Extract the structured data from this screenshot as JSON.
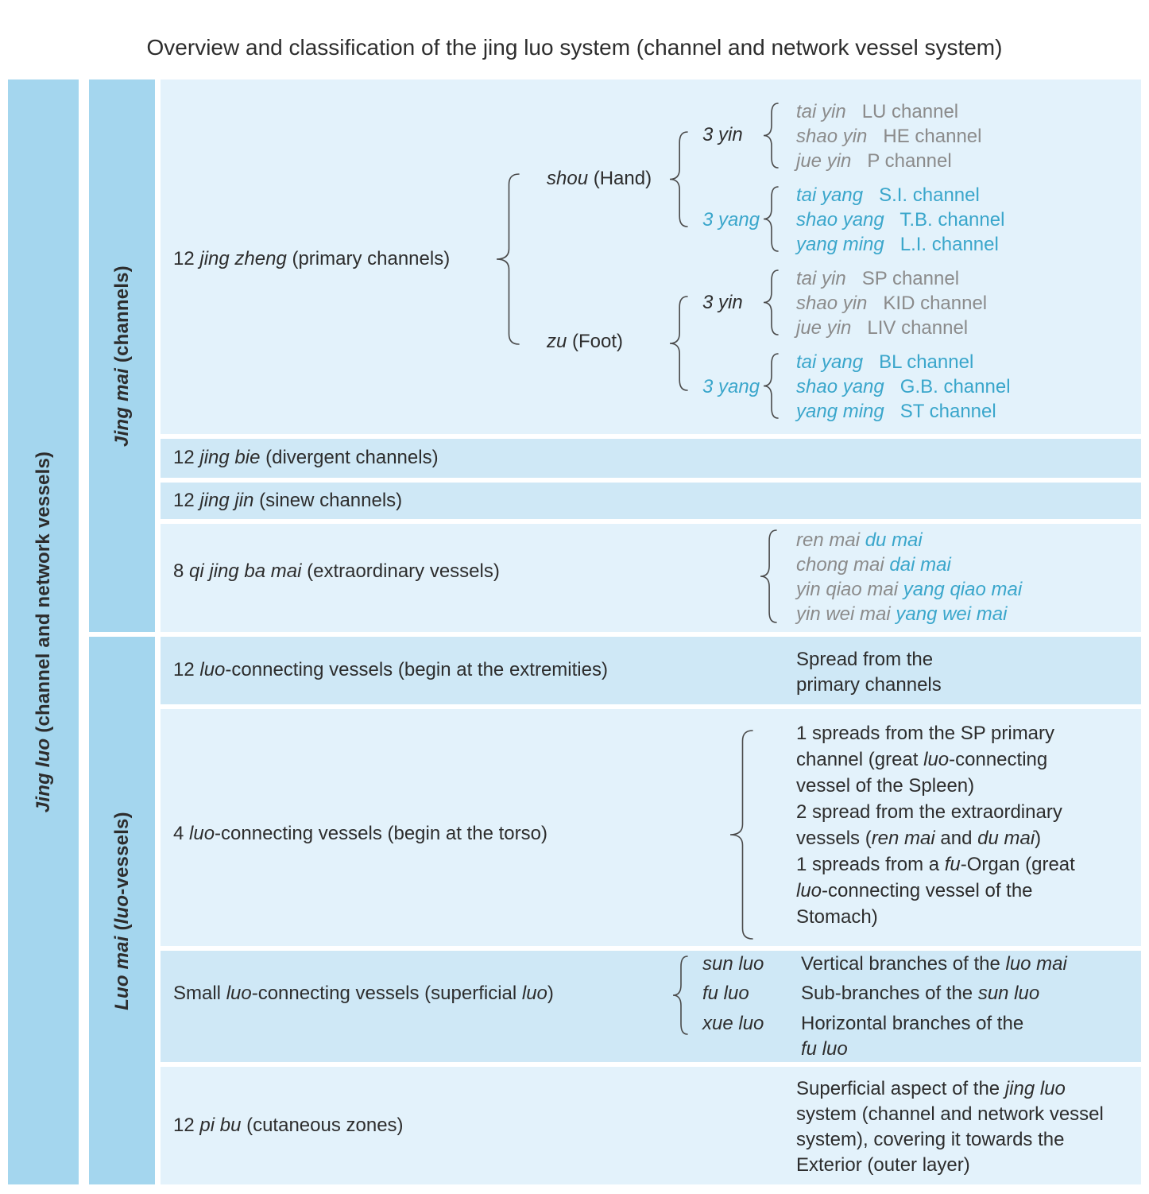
{
  "title": "Overview and classification of the jing luo system (channel and network vessel system)",
  "colors": {
    "bar": "#a4d6ee",
    "row_light": "#e3f2fb",
    "row_medium": "#cfe8f6",
    "text": "#2d2d2d",
    "gray": "#8b8b8b",
    "blue": "#3aa6cb",
    "brace": "#4a4a4a"
  },
  "sidebar": {
    "outer": [
      {
        "t": "Jing luo",
        "i": true
      },
      {
        "t": " (channel and network vessels)"
      }
    ],
    "jingmai": [
      {
        "t": "Jing mai",
        "i": true
      },
      {
        "t": " (channels)"
      }
    ],
    "luomai": [
      {
        "t": "Luo mai",
        "i": true
      },
      {
        "t": " ("
      },
      {
        "t": "luo",
        "i": true
      },
      {
        "t": "-vessels)"
      }
    ]
  },
  "rows": {
    "jingzheng": {
      "label": [
        {
          "t": "12 "
        },
        {
          "t": "jing zheng",
          "i": true
        },
        {
          "t": " (primary channels)"
        }
      ],
      "shou": [
        {
          "t": "shou",
          "i": true
        },
        {
          "t": " (Hand)"
        }
      ],
      "zu": [
        {
          "t": "zu",
          "i": true
        },
        {
          "t": " (Foot)"
        }
      ],
      "hand": {
        "yin_label": [
          {
            "t": "3 yin",
            "i": true
          }
        ],
        "yang_label": [
          {
            "t": "3 yang",
            "i": true,
            "c": "blue"
          }
        ],
        "yin_items": [
          [
            {
              "t": "tai yin",
              "i": true,
              "c": "gray"
            },
            {
              "t": "   LU channel",
              "c": "gray"
            }
          ],
          [
            {
              "t": "shao yin",
              "i": true,
              "c": "gray"
            },
            {
              "t": "   HE channel",
              "c": "gray"
            }
          ],
          [
            {
              "t": "jue yin",
              "i": true,
              "c": "gray"
            },
            {
              "t": "   P channel",
              "c": "gray"
            }
          ]
        ],
        "yang_items": [
          [
            {
              "t": "tai yang",
              "i": true,
              "c": "blue"
            },
            {
              "t": "   S.I. channel",
              "c": "blue"
            }
          ],
          [
            {
              "t": "shao yang",
              "i": true,
              "c": "blue"
            },
            {
              "t": "   T.B. channel",
              "c": "blue"
            }
          ],
          [
            {
              "t": "yang ming",
              "i": true,
              "c": "blue"
            },
            {
              "t": "   L.I. channel",
              "c": "blue"
            }
          ]
        ]
      },
      "foot": {
        "yin_label": [
          {
            "t": "3 yin",
            "i": true
          }
        ],
        "yang_label": [
          {
            "t": "3 yang",
            "i": true,
            "c": "blue"
          }
        ],
        "yin_items": [
          [
            {
              "t": "tai yin",
              "i": true,
              "c": "gray"
            },
            {
              "t": "   SP channel",
              "c": "gray"
            }
          ],
          [
            {
              "t": "shao yin",
              "i": true,
              "c": "gray"
            },
            {
              "t": "   KID channel",
              "c": "gray"
            }
          ],
          [
            {
              "t": "jue yin",
              "i": true,
              "c": "gray"
            },
            {
              "t": "   LIV channel",
              "c": "gray"
            }
          ]
        ],
        "yang_items": [
          [
            {
              "t": "tai yang",
              "i": true,
              "c": "blue"
            },
            {
              "t": "   BL channel",
              "c": "blue"
            }
          ],
          [
            {
              "t": "shao yang",
              "i": true,
              "c": "blue"
            },
            {
              "t": "   G.B. channel",
              "c": "blue"
            }
          ],
          [
            {
              "t": "yang ming",
              "i": true,
              "c": "blue"
            },
            {
              "t": "   ST channel",
              "c": "blue"
            }
          ]
        ]
      }
    },
    "jingbie": {
      "label": [
        {
          "t": "12 "
        },
        {
          "t": "jing bie",
          "i": true
        },
        {
          "t": " (divergent channels)"
        }
      ]
    },
    "jingjin": {
      "label": [
        {
          "t": "12 "
        },
        {
          "t": "jing jin",
          "i": true
        },
        {
          "t": " (sinew channels)"
        }
      ]
    },
    "qijing": {
      "label": [
        {
          "t": "8 "
        },
        {
          "t": "qi jing ba mai",
          "i": true
        },
        {
          "t": " (extraordinary vessels)"
        }
      ],
      "items": [
        [
          {
            "t": "ren mai",
            "i": true,
            "c": "gray"
          },
          {
            "t": " "
          },
          {
            "t": "du mai",
            "i": true,
            "c": "blue"
          }
        ],
        [
          {
            "t": "chong mai",
            "i": true,
            "c": "gray"
          },
          {
            "t": " "
          },
          {
            "t": "dai mai",
            "i": true,
            "c": "blue"
          }
        ],
        [
          {
            "t": "yin qiao mai",
            "i": true,
            "c": "gray"
          },
          {
            "t": " "
          },
          {
            "t": "yang qiao mai",
            "i": true,
            "c": "blue"
          }
        ],
        [
          {
            "t": "yin wei mai",
            "i": true,
            "c": "gray"
          },
          {
            "t": " "
          },
          {
            "t": "yang wei mai",
            "i": true,
            "c": "blue"
          }
        ]
      ]
    },
    "luo12": {
      "label": [
        {
          "t": "12 "
        },
        {
          "t": "luo",
          "i": true
        },
        {
          "t": "-connecting vessels (begin at the extremities)"
        }
      ],
      "note": [
        {
          "t": "Spread from the primary channels"
        }
      ]
    },
    "luo4": {
      "label": [
        {
          "t": "4 "
        },
        {
          "t": "luo",
          "i": true
        },
        {
          "t": "-connecting vessels (begin at the torso)"
        }
      ],
      "paragraphs": [
        [
          {
            "t": "1 spreads from the SP primary channel (great "
          },
          {
            "t": "luo",
            "i": true
          },
          {
            "t": "-connecting vessel of the Spleen)"
          }
        ],
        [
          {
            "t": "2 spread from the extraordinary vessels ("
          },
          {
            "t": "ren mai",
            "i": true
          },
          {
            "t": " and "
          },
          {
            "t": "du mai",
            "i": true
          },
          {
            "t": ")"
          }
        ],
        [
          {
            "t": "1 spreads from a "
          },
          {
            "t": "fu",
            "i": true
          },
          {
            "t": "-Organ (great "
          },
          {
            "t": "luo",
            "i": true
          },
          {
            "t": "-connecting vessel of the Stomach)"
          }
        ]
      ]
    },
    "smallluo": {
      "label": [
        {
          "t": "Small "
        },
        {
          "t": "luo",
          "i": true
        },
        {
          "t": "-connecting vessels (superficial "
        },
        {
          "t": "luo",
          "i": true
        },
        {
          "t": ")"
        }
      ],
      "items": [
        [
          {
            "t": "sun luo",
            "i": true
          }
        ],
        [
          {
            "t": "fu luo",
            "i": true
          }
        ],
        [
          {
            "t": "xue luo",
            "i": true
          }
        ]
      ],
      "descs": [
        [
          {
            "t": "Vertical branches of the "
          },
          {
            "t": "luo mai",
            "i": true
          }
        ],
        [
          {
            "t": "Sub-branches of the "
          },
          {
            "t": "sun luo",
            "i": true
          }
        ],
        [
          {
            "t": "Horizontal branches of the "
          },
          {
            "t": "fu luo",
            "i": true
          }
        ]
      ]
    },
    "pibu": {
      "label": [
        {
          "t": "12 "
        },
        {
          "t": "pi bu",
          "i": true
        },
        {
          "t": " (cutaneous zones)"
        }
      ],
      "note": [
        {
          "t": "Superficial aspect of the "
        },
        {
          "t": "jing luo",
          "i": true
        },
        {
          "t": " system (channel and network vessel system), covering it towards the Exterior (outer layer)"
        }
      ]
    }
  }
}
